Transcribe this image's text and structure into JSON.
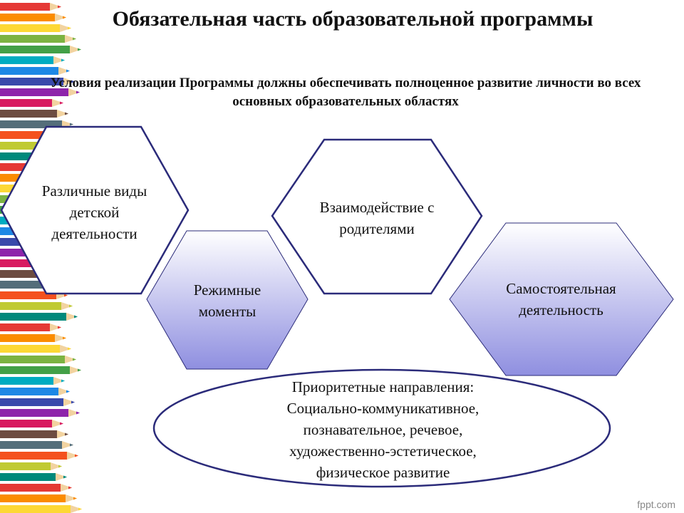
{
  "title": "Обязательная часть образовательной программы",
  "subtitle": "Условия реализации Программы должны обеспечивать полноценное развитие личности во всех основных образовательных областях",
  "nodes": {
    "activities": "Различные виды детской деятельности",
    "routine": "Режимные моменты",
    "parents": "Взаимодействие с родителями",
    "independent": "Самостоятельная деятельность"
  },
  "priority": {
    "line1": "Приоритетные направления:",
    "line2": "Социально-коммуникативное,",
    "line3": "познавательное, речевое,",
    "line4": "художественно-эстетическое,",
    "line5": "физическое развитие"
  },
  "watermark": "fppt.com",
  "colors": {
    "outline": "#2b2b7a",
    "gradient_top": "#ffffff",
    "gradient_bottom": "#8f8fe0"
  }
}
